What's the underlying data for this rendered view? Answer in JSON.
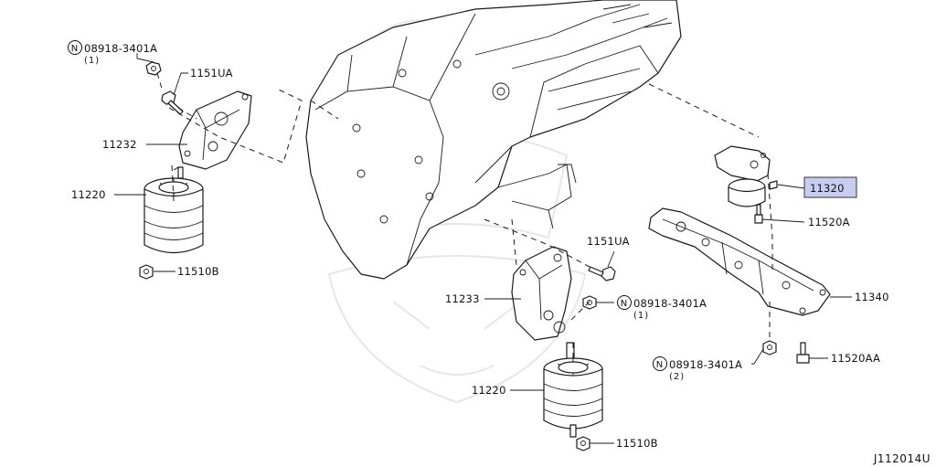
{
  "diagram_code": "J112014U",
  "highlight_color": "#c8cdf0",
  "parts": {
    "nut_left": {
      "prefix": "N",
      "number": "08918-3401A",
      "qty": "(1)"
    },
    "bolt_left": "1151UA",
    "bracket_left": "11232",
    "insulator_left": "11220",
    "nut_bottom_left": "11510B",
    "bolt_center": "1151UA",
    "bracket_center": "11233",
    "nut_center": {
      "prefix": "N",
      "number": "08918-3401A",
      "qty": "(1)"
    },
    "insulator_center": "11220",
    "nut_bottom_center": "11510B",
    "rear_mount": "11320",
    "rear_bolt_top": "11520A",
    "member": "11340",
    "nut_right": {
      "prefix": "N",
      "number": "08918-3401A",
      "qty": "(2)"
    },
    "rear_bolt_bottom": "11520AA"
  }
}
